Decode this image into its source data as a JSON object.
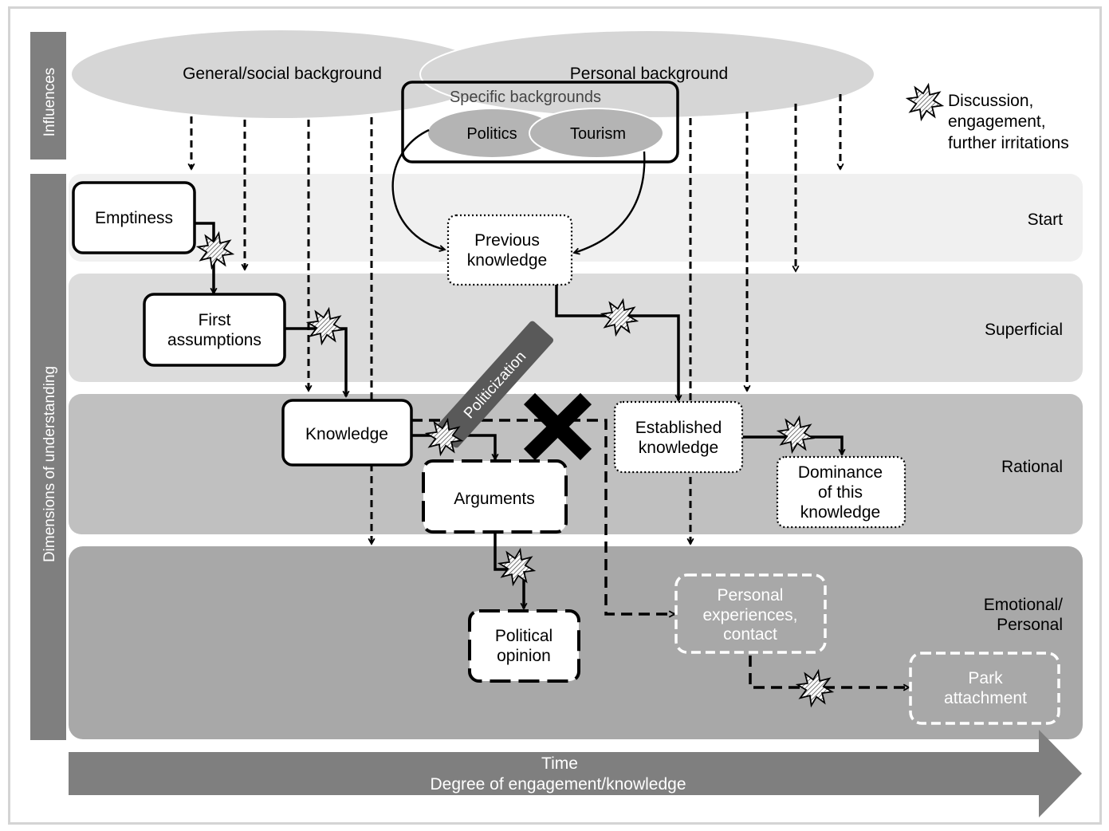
{
  "side_labels": {
    "influences": "Influences",
    "dimensions": "Dimensions of understanding"
  },
  "backgrounds": {
    "general": "General/social background",
    "personal": "Personal background",
    "specific": "Specific backgrounds",
    "politics": "Politics",
    "tourism": "Tourism"
  },
  "legend": {
    "line1": "Discussion,",
    "line2": "engagement,",
    "line3": "further irritations",
    "icon": "starburst-icon"
  },
  "bands": {
    "start": "Start",
    "superficial": "Superficial",
    "rational": "Rational",
    "emotional_l1": "Emotional/",
    "emotional_l2": "Personal"
  },
  "boxes": {
    "emptiness": "Emptiness",
    "first_assumptions_l1": "First",
    "first_assumptions_l2": "assumptions",
    "previous_knowledge_l1": "Previous",
    "previous_knowledge_l2": "knowledge",
    "knowledge": "Knowledge",
    "politicization": "Politicization",
    "arguments": "Arguments",
    "established_l1": "Established",
    "established_l2": "knowledge",
    "dominance_l1": "Dominance",
    "dominance_l2": "of this",
    "dominance_l3": "knowledge",
    "political_opinion_l1": "Political",
    "political_opinion_l2": "opinion",
    "personal_exp_l1": "Personal",
    "personal_exp_l2": "experiences,",
    "personal_exp_l3": "contact",
    "park_l1": "Park",
    "park_l2": "attachment"
  },
  "axis": {
    "line1": "Time",
    "line2": "Degree of engagement/knowledge"
  },
  "colors": {
    "band_start": "#f0f0f0",
    "band_superficial": "#dcdcdc",
    "band_rational": "#c0c0c0",
    "band_emotional": "#a8a8a8",
    "side_bar": "#7f7f7f",
    "ellipse": "#d6d6d6",
    "inner_ellipse": "#b4b4b4"
  }
}
